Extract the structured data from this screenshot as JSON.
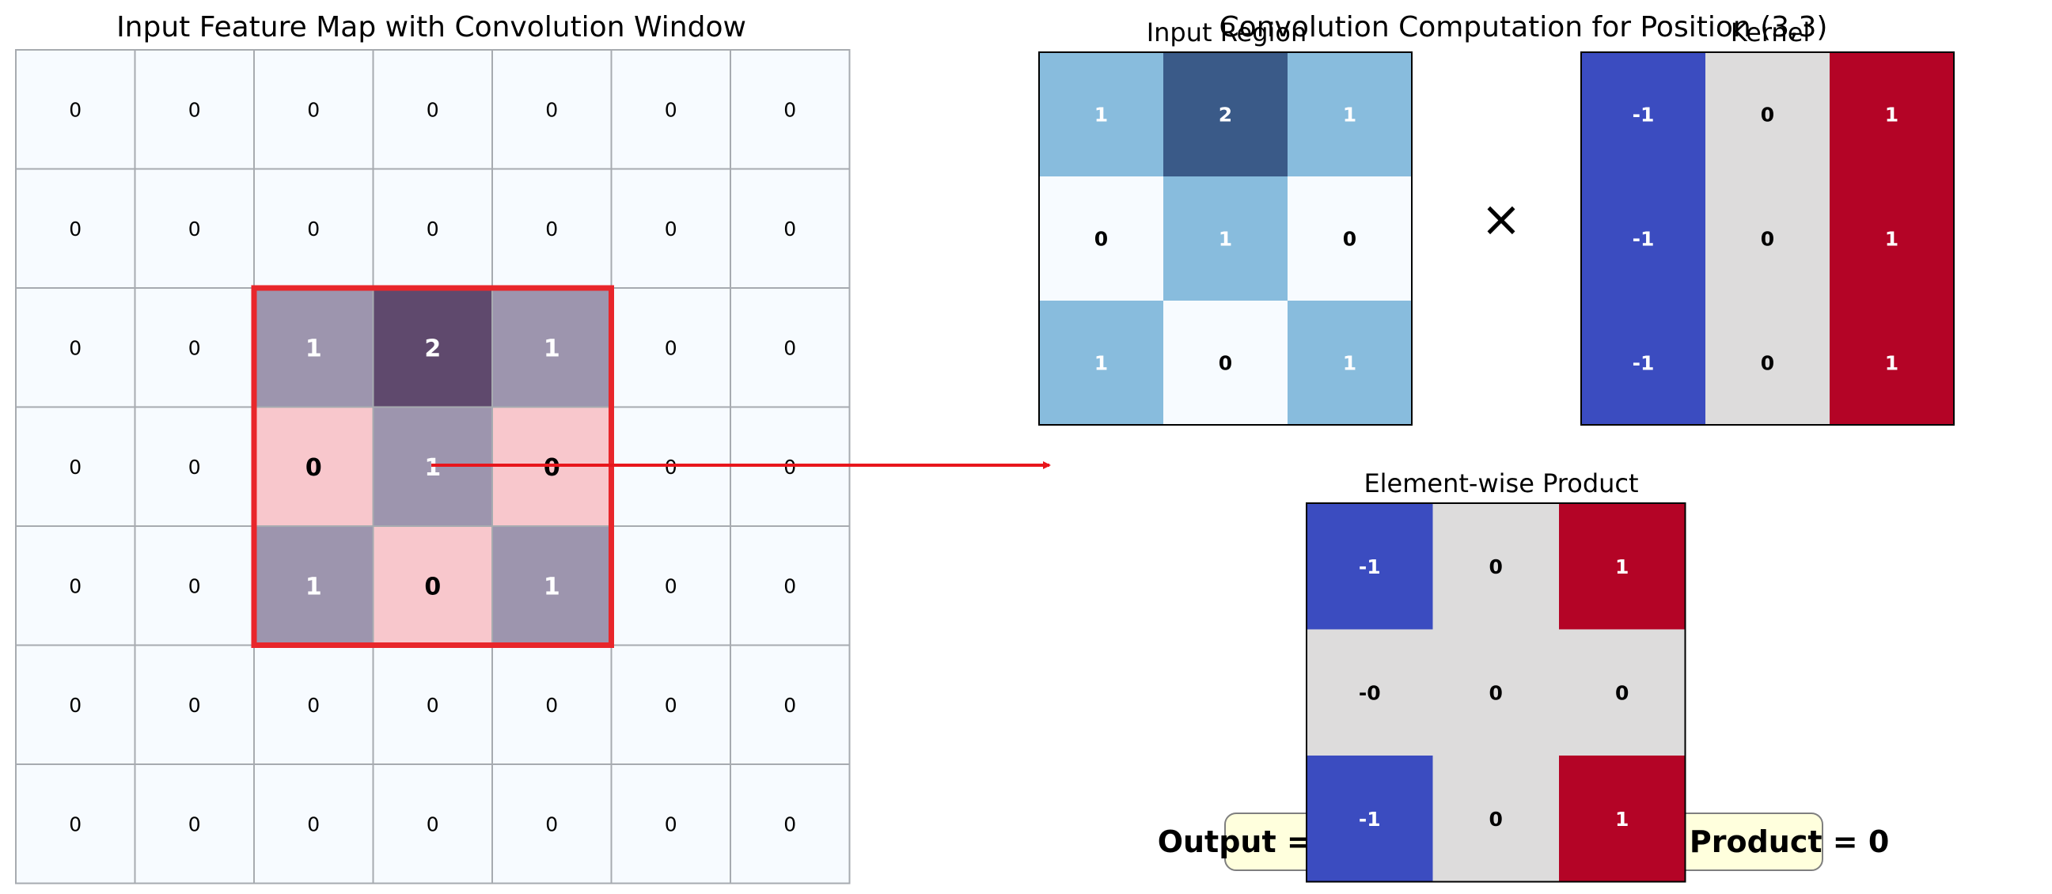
{
  "colors": {
    "grid_cell": "#f7fbff",
    "grid_line": "#a7abb0",
    "window_border": "#e8262b",
    "arrow": "#e8161c",
    "overlay_dark": "#5f496d",
    "overlay_mid": "#9d95ae",
    "overlay_pink": "#f8c7cc",
    "blues_low": "#f7fbff",
    "blues_mid": "#88bcdd",
    "blues_high": "#3a5a88",
    "cw_neg": "#3b4cc0",
    "cw_zero": "#dddcdc",
    "cw_pos": "#b40426",
    "result_box_fill": "#ffffdd",
    "result_box_border": "#7f7f7f"
  },
  "input_map": {
    "title": "Input Feature Map with Convolution Window",
    "values": [
      [
        0,
        0,
        0,
        0,
        0,
        0,
        0
      ],
      [
        0,
        0,
        0,
        0,
        0,
        0,
        0
      ],
      [
        0,
        0,
        1,
        2,
        1,
        0,
        0
      ],
      [
        0,
        0,
        0,
        1,
        0,
        0,
        0
      ],
      [
        0,
        0,
        1,
        0,
        1,
        0,
        0
      ],
      [
        0,
        0,
        0,
        0,
        0,
        0,
        0
      ],
      [
        0,
        0,
        0,
        0,
        0,
        0,
        0
      ]
    ],
    "window_row": 2,
    "window_col": 2,
    "window_size": 3
  },
  "computation_title": "Convolution Computation for Position (3,3)",
  "input_region": {
    "title": "Input Region",
    "values": [
      [
        1,
        2,
        1
      ],
      [
        0,
        1,
        0
      ],
      [
        1,
        0,
        1
      ]
    ]
  },
  "multiply_symbol": "×",
  "kernel": {
    "title": "Kernel",
    "values": [
      [
        -1,
        0,
        1
      ],
      [
        -1,
        0,
        1
      ],
      [
        -1,
        0,
        1
      ]
    ]
  },
  "elementwise": {
    "title": "Element-wise Product",
    "values": [
      [
        "-1",
        "0",
        "1"
      ],
      [
        "-0",
        "0",
        "0"
      ],
      [
        "-1",
        "0",
        "1"
      ]
    ]
  },
  "output_label": "Output = Sum of Element-wise Product = 0"
}
